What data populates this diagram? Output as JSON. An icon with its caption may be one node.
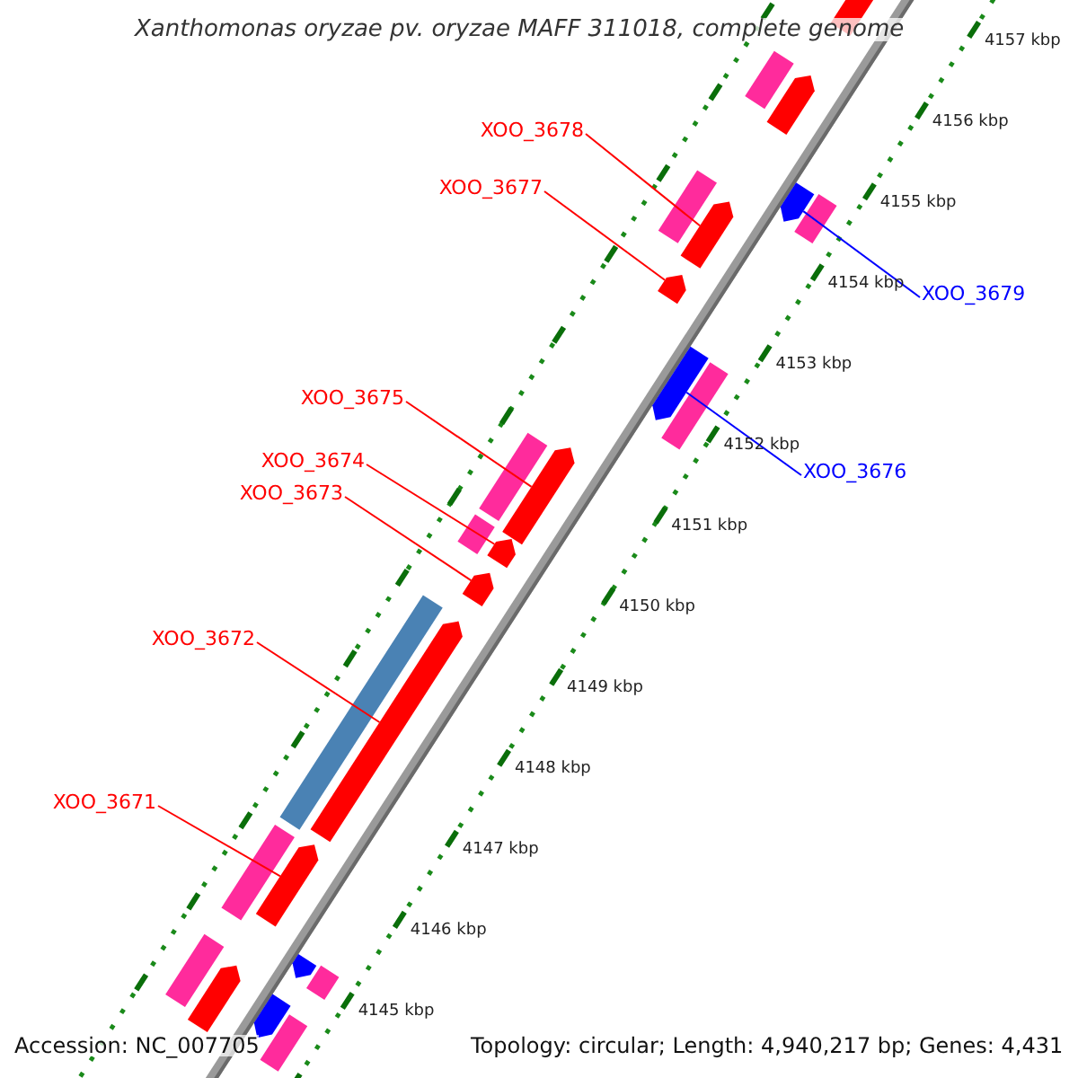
{
  "diagram": {
    "title": "Xanthomonas oryzae pv. oryzae MAFF 311018, complete genome",
    "nodes": [
      {
        "text": [
          "XOO_3678"
        ]
      },
      {
        "text": [],
        "shape": "arrow"
      },
      {
        "text": [
          "XOO_3677"
        ]
      },
      {
        "text": [],
        "shape": "arrow"
      },
      {
        "text": [
          "XOO_3679"
        ]
      },
      {
        "text": [],
        "shape": "arrow"
      },
      {
        "text": [
          "XOO_3675"
        ]
      },
      {
        "text": [],
        "shape": "arrow"
      },
      {
        "text": [
          "XOO_3674"
        ]
      },
      {
        "text": [],
        "shape": "arrow"
      },
      {
        "text": [
          "XOO_3676"
        ]
      },
      {
        "text": [],
        "shape": "arrow"
      },
      {
        "text": [
          "XOO_3673"
        ]
      },
      {
        "text": [],
        "shape": "arrow"
      },
      {
        "text": [
          "XOO_3672"
        ]
      },
      {
        "text": [],
        "shape": "arrow"
      },
      {
        "text": [
          "XOO_3671"
        ]
      },
      {
        "text": [],
        "shape": "arrow"
      },
      {
        "text": [],
        "shape": "arrow"
      },
      {
        "text": [],
        "shape": "arrow"
      },
      {
        "text": [],
        "shape": "arrow"
      },
      {
        "text": [],
        "shape": "arrow"
      },
      {
        "text": [],
        "shape": "arrow"
      }
    ],
    "edges": [
      {
        "from": 0,
        "to": 1,
        "arrow": "none"
      },
      {
        "from": 2,
        "to": 3,
        "arrow": "none"
      },
      {
        "from": 4,
        "to": 5,
        "arrow": "none",
        "color": "#0000ff"
      },
      {
        "from": 6,
        "to": 7,
        "arrow": "none"
      },
      {
        "from": 8,
        "to": 9,
        "arrow": "none"
      },
      {
        "from": 10,
        "to": 11,
        "arrow": "none",
        "color": "#0000ff"
      },
      {
        "from": 12,
        "to": 13,
        "arrow": "none"
      },
      {
        "from": 14,
        "to": 15,
        "arrow": "none"
      },
      {
        "from": 16,
        "to": 17,
        "arrow": "none"
      }
    ],
    "labels": [
      "4157 kbp",
      "4156 kbp",
      "4155 kbp",
      "4154 kbp",
      "4153 kbp",
      "4152 kbp",
      "4151 kbp",
      "4150 kbp",
      "4149 kbp",
      "4148 kbp",
      "4147 kbp",
      "4146 kbp",
      "4145 kbp",
      "Accession: NC_007705",
      "Topology: circular; Length: 4,940,217 bp; Genes: 4,431"
    ]
  }
}
